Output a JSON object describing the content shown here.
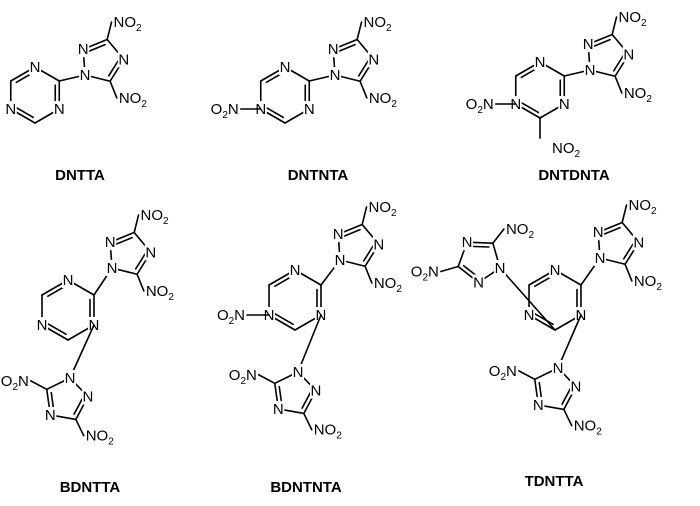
{
  "atoms": {
    "n": "N",
    "nitro_left": "O2N",
    "nitro_right": "NO2"
  },
  "compounds": [
    {
      "label": "DNTTA"
    },
    {
      "label": "DNTNTA"
    },
    {
      "label": "DNTDNTA"
    },
    {
      "label": "BDNTTA"
    },
    {
      "label": "BDNTNTA"
    },
    {
      "label": "TDNTTA"
    }
  ]
}
